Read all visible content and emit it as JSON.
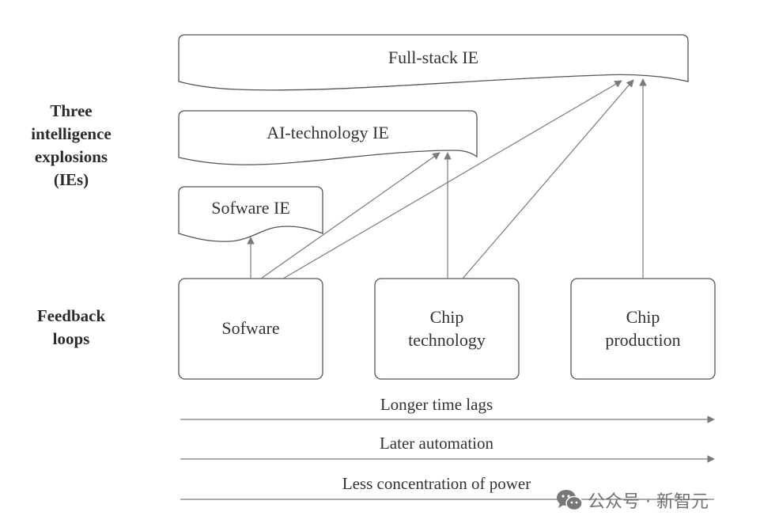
{
  "row_labels": {
    "ies": [
      "Three",
      "intelligence",
      "explosions",
      "(IEs)"
    ],
    "feedback": [
      "Feedback",
      "loops"
    ]
  },
  "explosions": [
    {
      "id": "full-stack",
      "label": "Full-stack IE"
    },
    {
      "id": "ai-technology",
      "label": "AI-technology IE"
    },
    {
      "id": "software",
      "label": "Sofware IE"
    }
  ],
  "feedback_loops": [
    {
      "id": "software",
      "lines": [
        "Sofware"
      ]
    },
    {
      "id": "chip-technology",
      "lines": [
        "Chip",
        "technology"
      ]
    },
    {
      "id": "chip-production",
      "lines": [
        "Chip",
        "production"
      ]
    }
  ],
  "edges": [
    {
      "from": "software",
      "to": "software-ie"
    },
    {
      "from": "software",
      "to": "ai-technology-ie"
    },
    {
      "from": "software",
      "to": "full-stack-ie"
    },
    {
      "from": "chip-technology",
      "to": "ai-technology-ie"
    },
    {
      "from": "chip-technology",
      "to": "full-stack-ie"
    },
    {
      "from": "chip-production",
      "to": "full-stack-ie"
    }
  ],
  "trends": [
    {
      "label": "Longer time lags",
      "arrow": true
    },
    {
      "label": "Later automation",
      "arrow": true
    },
    {
      "label": "Less concentration of power",
      "arrow": false
    }
  ],
  "watermark": {
    "text": "公众号 · 新智元",
    "icon": "wechat-icon"
  },
  "colors": {
    "stroke": "#555555",
    "arrow": "#7a7a7a",
    "text": "#333333"
  }
}
